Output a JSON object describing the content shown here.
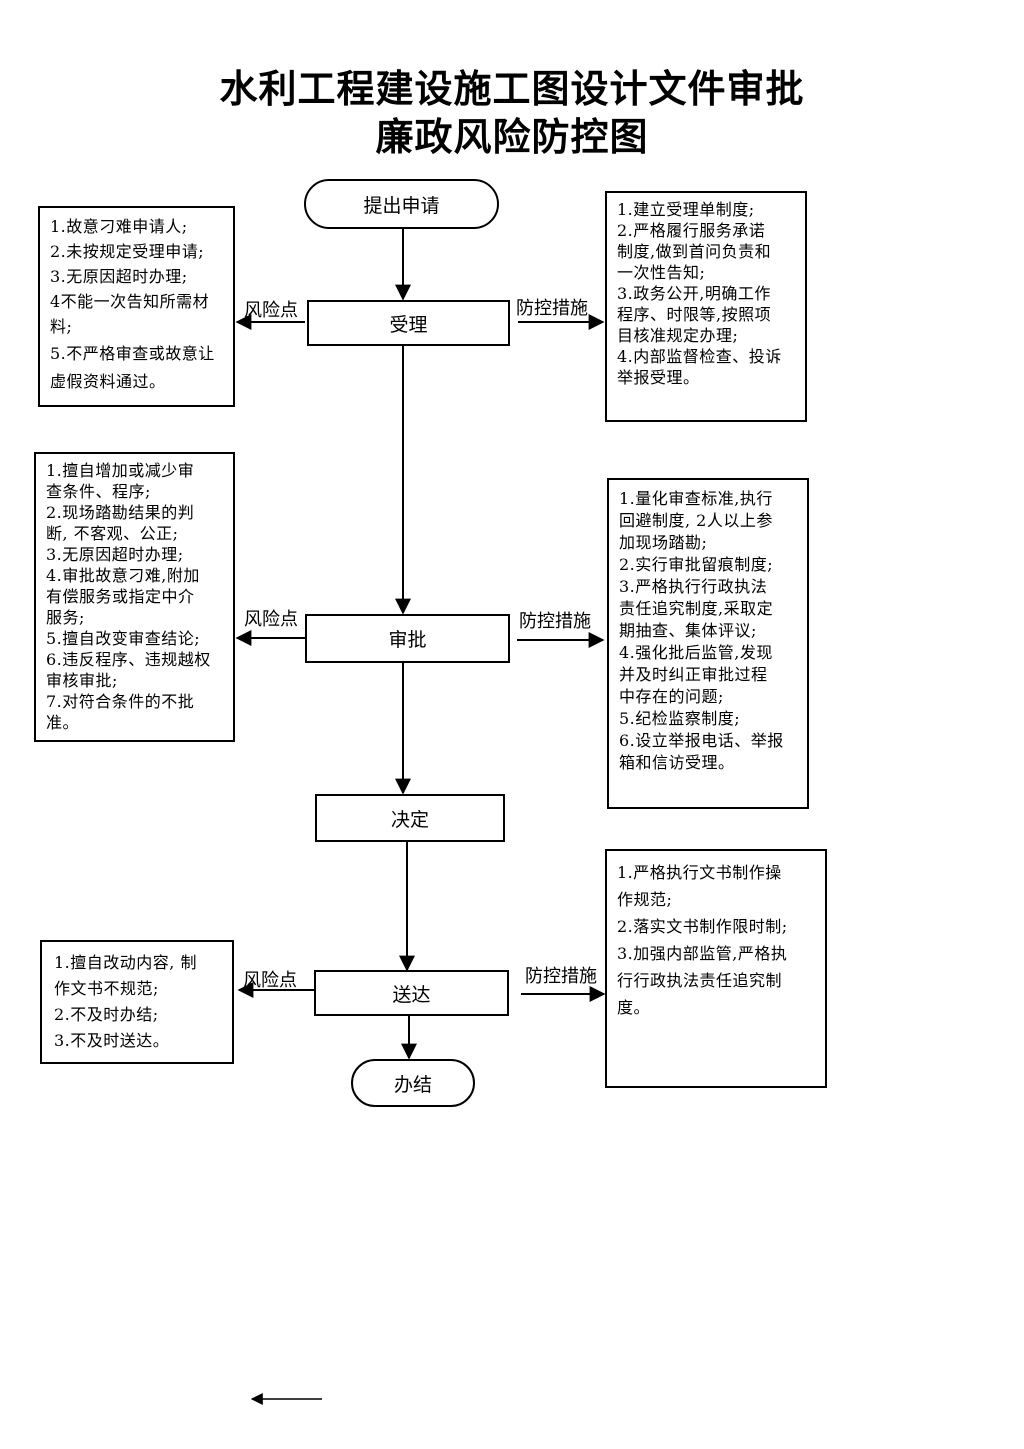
{
  "title": {
    "line1": "水利工程建设施工图设计文件审批",
    "line2": "廉政风险防控图"
  },
  "flow": {
    "start": "提出申请",
    "step1": "受理",
    "step2": "审批",
    "step3": "决定",
    "step4": "送达",
    "end": "办结"
  },
  "labels": {
    "risk": "风险点",
    "control": "防控措施"
  },
  "risks": {
    "step1": [
      "1.故意刁难申请人;",
      "2.未按规定受理申请;",
      "3.无原因超时办理;",
      "4不能一次告知所需材",
      "料;",
      "5.不严格审查或故意让",
      "虚假资料通过。"
    ],
    "step2": [
      "1.擅自增加或减少审",
      "查条件、程序;",
      "2.现场踏勘结果的判",
      "断, 不客观、公正;",
      "3.无原因超时办理;",
      "4.审批故意刁难,附加",
      "有偿服务或指定中介",
      "服务;",
      "5.擅自改变审查结论;",
      "6.违反程序、违规越权",
      "审核审批;",
      "7.对符合条件的不批",
      "准。"
    ],
    "step4": [
      "1.擅自改动内容, 制",
      "作文书不规范;",
      "2.不及时办结;",
      "3.不及时送达。"
    ]
  },
  "controls": {
    "step1": [
      "1.建立受理单制度;",
      "2.严格履行服务承诺",
      "制度,做到首问负责和",
      "一次性告知;",
      "3.政务公开,明确工作",
      "程序、时限等,按照项",
      "目核准规定办理;",
      "4.内部监督检查、投诉",
      "举报受理。"
    ],
    "step2": [
      "1.量化审查标准,执行",
      "回避制度, 2人以上参",
      "加现场踏勘;",
      "2.实行审批留痕制度;",
      "3.严格执行行政执法",
      "责任追究制度,采取定",
      "期抽查、集体评议;",
      "4.强化批后监管,发现",
      "并及时纠正审批过程",
      "中存在的问题;",
      "5.纪检监察制度;",
      "6.设立举报电话、举报",
      "箱和信访受理。"
    ],
    "step4": [
      "1.严格执行文书制作操",
      "作规范;",
      "2.落实文书制作限时制;",
      "3.加强内部监管,严格执",
      "行行政执法责任追究制",
      "度。"
    ]
  }
}
